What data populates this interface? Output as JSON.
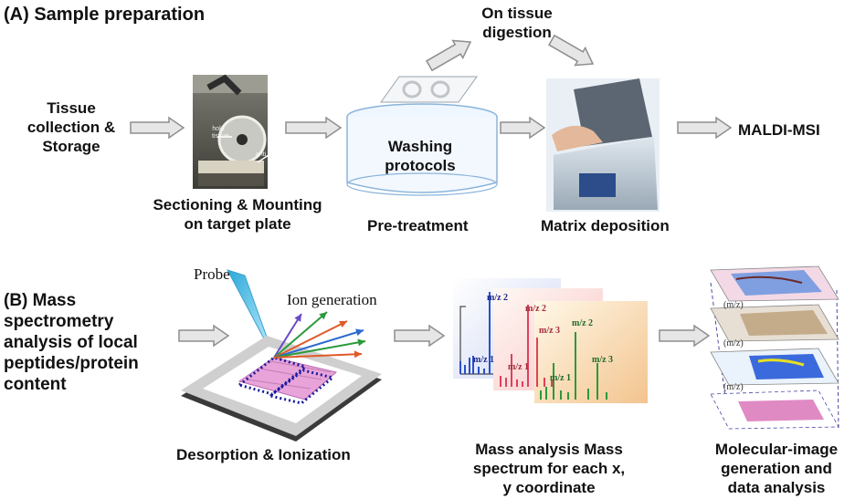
{
  "section_a": {
    "heading": "(A) Sample preparation",
    "tissue_collection": "Tissue collection & Storage",
    "sectioning": "Sectioning & Mounting on target plate",
    "cryostat_labels": [
      "hold tissue",
      "anti"
    ],
    "washing": "Washing protocols",
    "pretreatment": "Pre-treatment",
    "on_tissue_digestion": "On tissue digestion",
    "matrix_deposition": "Matrix deposition",
    "maldi_msi": "MALDI-MSI"
  },
  "section_b": {
    "heading": "(B) Mass spectrometry analysis of local peptides/protein content",
    "probe": "Probe",
    "ion_generation": "Ion generation",
    "desorption": "Desorption & Ionization",
    "spectrum_labels": [
      "m/z 1",
      "m/z 2",
      "m/z 3"
    ],
    "mass_analysis": "Mass analysis Mass spectrum for each x, y coordinate",
    "image_layer_label": "(m/z)",
    "molecular_image": "Molecular-image generation and data analysis"
  },
  "colors": {
    "arrow_fill": "#e6e6e6",
    "arrow_stroke": "#8e8e8e",
    "probe": "#5ac8e8",
    "tissue": "#e8a4d8",
    "dotted_outline": "#1a1aa0",
    "spectrum_blue": "#2a4fc8",
    "spectrum_red": "#e0405a",
    "spectrum_green": "#2a9a3a",
    "image_frame": "#4a4aa8"
  },
  "icons": [
    "block-arrow-icon",
    "cryostat-photo",
    "beaker-icon",
    "glass-slide-icon",
    "matrix-sprayer-photo",
    "laser-probe-icon",
    "ion-arrow-icon",
    "target-plate-icon",
    "mass-spectrum-panel",
    "image-stack-layer"
  ]
}
